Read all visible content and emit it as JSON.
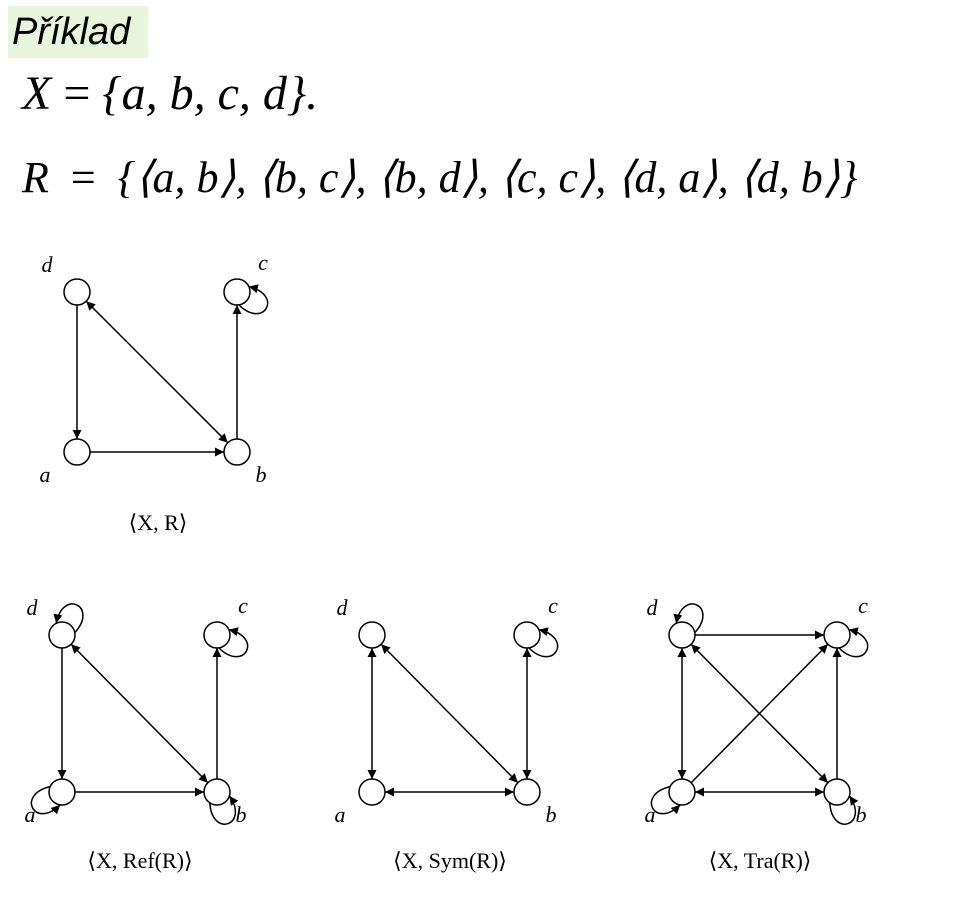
{
  "title": "Příklad",
  "set_definition": {
    "lhs": "X",
    "eq": " = ",
    "rhs": "{a, b, c, d}."
  },
  "relation_definition": {
    "lhs": "R",
    "eq": "  =  ",
    "rhs": "{⟨a, b⟩, ⟨b, c⟩, ⟨b, d⟩, ⟨c, c⟩, ⟨d, a⟩, ⟨d, b⟩}"
  },
  "graphs": [
    {
      "id": "R",
      "caption": "⟨X, R⟩",
      "edges": [
        [
          "a",
          "b"
        ],
        [
          "b",
          "c"
        ],
        [
          "b",
          "d"
        ],
        [
          "c",
          "c"
        ],
        [
          "d",
          "a"
        ],
        [
          "d",
          "b"
        ]
      ]
    },
    {
      "id": "ref",
      "caption": "⟨X, Ref(R)⟩",
      "edges": [
        [
          "a",
          "b"
        ],
        [
          "b",
          "c"
        ],
        [
          "b",
          "d"
        ],
        [
          "c",
          "c"
        ],
        [
          "d",
          "a"
        ],
        [
          "d",
          "b"
        ],
        [
          "a",
          "a"
        ],
        [
          "b",
          "b"
        ],
        [
          "d",
          "d"
        ]
      ]
    },
    {
      "id": "sym",
      "caption": "⟨X, Sym(R)⟩",
      "edges": [
        [
          "a",
          "b"
        ],
        [
          "b",
          "a"
        ],
        [
          "b",
          "c"
        ],
        [
          "c",
          "b"
        ],
        [
          "b",
          "d"
        ],
        [
          "d",
          "b"
        ],
        [
          "c",
          "c"
        ],
        [
          "d",
          "a"
        ],
        [
          "a",
          "d"
        ]
      ]
    },
    {
      "id": "tra",
      "caption": "⟨X, Tra(R)⟩",
      "edges": [
        [
          "a",
          "a"
        ],
        [
          "a",
          "b"
        ],
        [
          "a",
          "c"
        ],
        [
          "a",
          "d"
        ],
        [
          "b",
          "a"
        ],
        [
          "b",
          "b"
        ],
        [
          "b",
          "c"
        ],
        [
          "b",
          "d"
        ],
        [
          "c",
          "c"
        ],
        [
          "d",
          "a"
        ],
        [
          "d",
          "b"
        ],
        [
          "d",
          "c"
        ],
        [
          "d",
          "d"
        ]
      ]
    }
  ],
  "node_labels": {
    "a": "a",
    "b": "b",
    "c": "c",
    "d": "d"
  }
}
